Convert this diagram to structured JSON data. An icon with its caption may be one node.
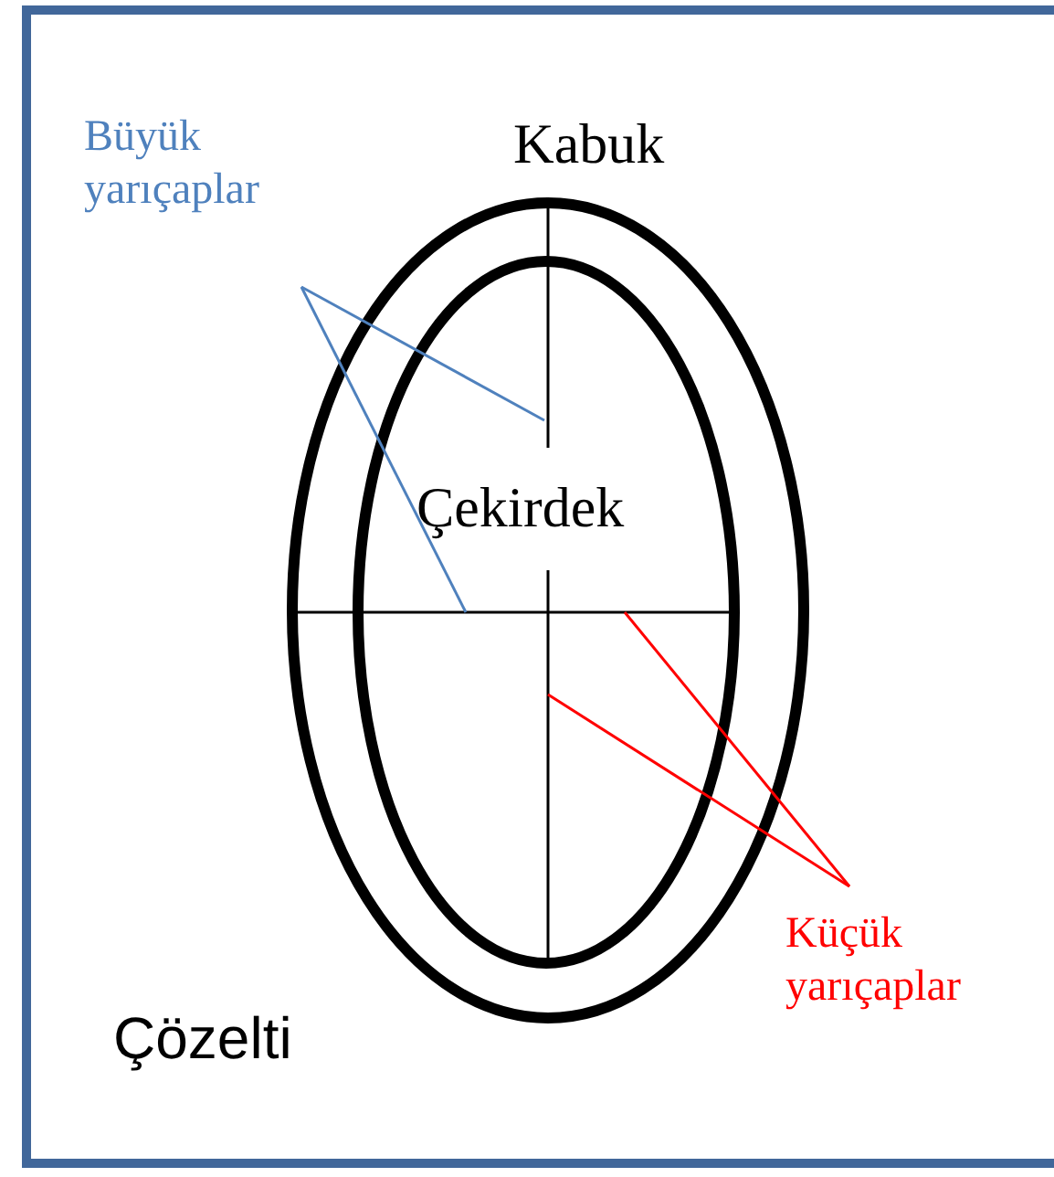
{
  "diagram": {
    "nodes": [
      {
        "text": [
          "Çözelti"
        ]
      },
      {
        "text": [
          "Kabuk"
        ],
        "in": 0
      },
      {
        "text": [
          "Çekirdek"
        ],
        "in": 1
      },
      {
        "text": [
          "Büyük yarıçaplar"
        ],
        "in": 0
      },
      {
        "text": [
          "Küçük yarıçaplar"
        ],
        "in": 0
      }
    ],
    "edges": [
      {
        "from": 3,
        "to": 2,
        "arrow": "none",
        "color": "#4f81bd"
      },
      {
        "from": 3,
        "to": 2,
        "arrow": "none",
        "color": "#4f81bd"
      },
      {
        "from": 4,
        "to": 2,
        "arrow": "none",
        "color": "#ff0000"
      },
      {
        "from": 4,
        "to": 2,
        "arrow": "none",
        "color": "#ff0000"
      }
    ]
  }
}
